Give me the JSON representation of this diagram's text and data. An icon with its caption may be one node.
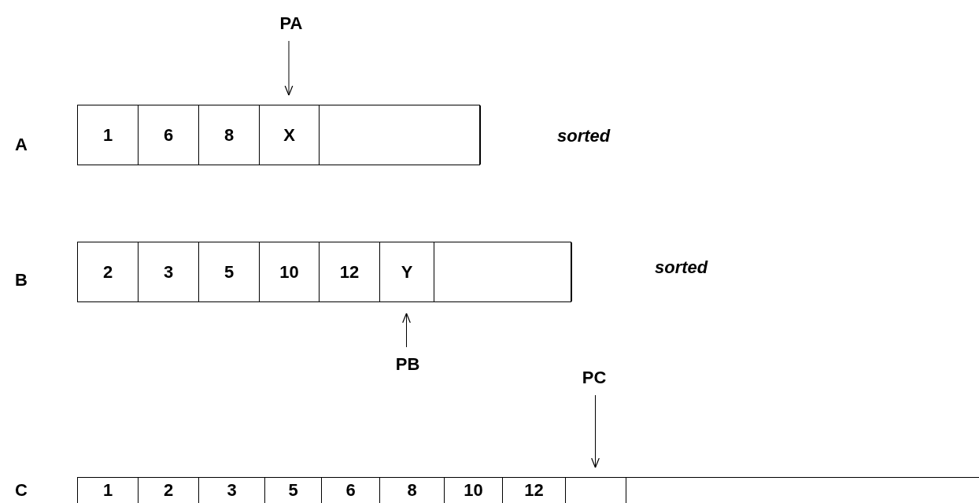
{
  "diagram": {
    "nodes": [
      {
        "text": [
          "PA"
        ]
      },
      {
        "text": [
          "A"
        ]
      },
      {
        "text": [
          "1"
        ],
        "in": 1
      },
      {
        "text": [
          "6"
        ],
        "in": 1
      },
      {
        "text": [
          "8"
        ],
        "in": 1
      },
      {
        "text": [
          "X"
        ],
        "in": 1
      },
      {
        "text": [],
        "shape": "box",
        "in": 1
      },
      {
        "text": [
          "B"
        ]
      },
      {
        "text": [
          "2"
        ],
        "in": 7
      },
      {
        "text": [
          "3"
        ],
        "in": 7
      },
      {
        "text": [
          "5"
        ],
        "in": 7
      },
      {
        "text": [
          "10"
        ],
        "in": 7
      },
      {
        "text": [
          "12"
        ],
        "in": 7
      },
      {
        "text": [
          "Y"
        ],
        "in": 7
      },
      {
        "text": [],
        "shape": "box",
        "in": 7
      },
      {
        "text": [
          "PB"
        ]
      },
      {
        "text": [
          "PC"
        ]
      },
      {
        "text": [
          "C"
        ]
      },
      {
        "text": [
          "1"
        ],
        "in": 17
      },
      {
        "text": [
          "2"
        ],
        "in": 17
      },
      {
        "text": [
          "3"
        ],
        "in": 17
      },
      {
        "text": [
          "5"
        ],
        "in": 17
      },
      {
        "text": [
          "6"
        ],
        "in": 17
      },
      {
        "text": [
          "8"
        ],
        "in": 17
      },
      {
        "text": [
          "10"
        ],
        "in": 17
      },
      {
        "text": [
          "12"
        ],
        "in": 17
      },
      {
        "text": [],
        "shape": "box",
        "in": 17
      }
    ],
    "edges": [
      {
        "from": 0,
        "to": 5,
        "arrow": "to"
      },
      {
        "from": 15,
        "to": 13,
        "arrow": "to"
      },
      {
        "from": 16,
        "to": 26,
        "arrow": "to"
      }
    ],
    "labels": [
      "sorted",
      "sorted"
    ]
  }
}
